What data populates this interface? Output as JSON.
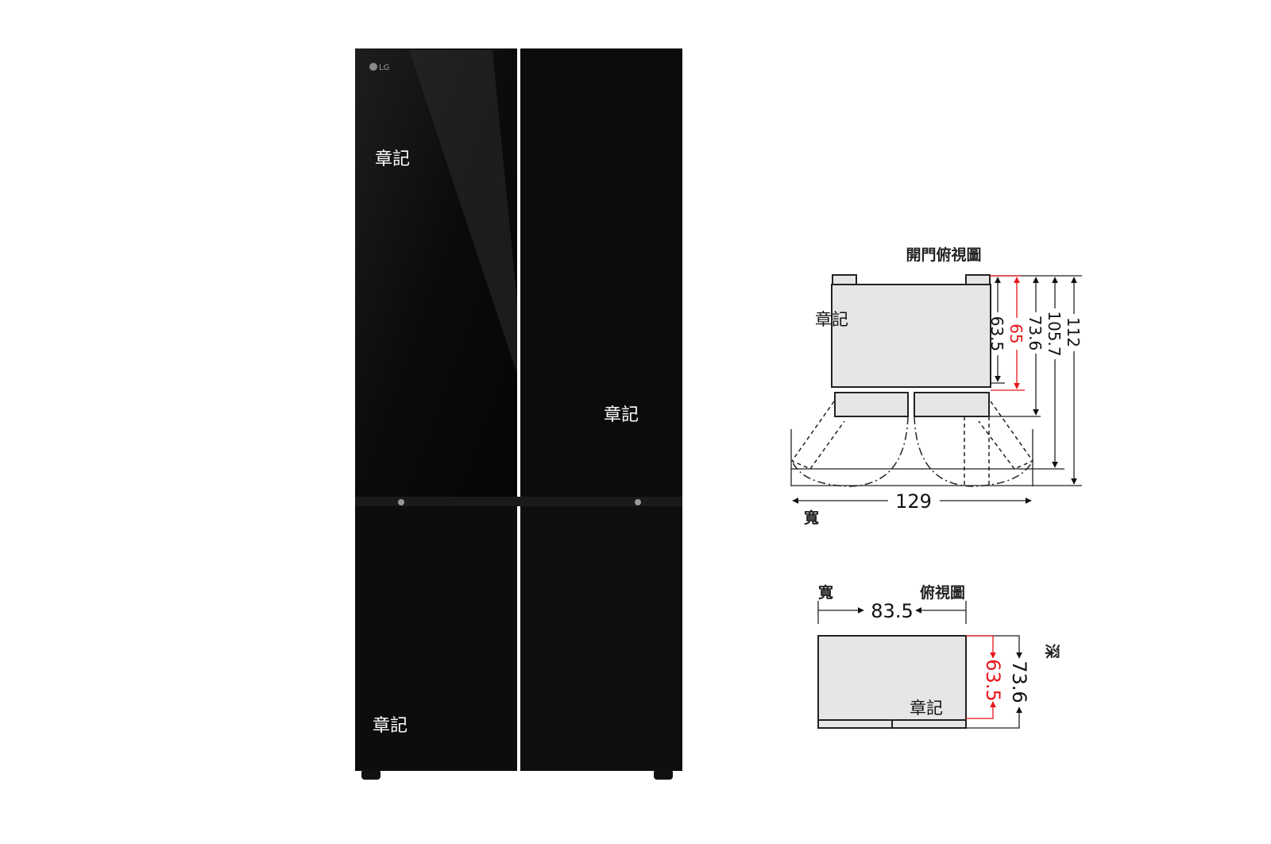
{
  "product": {
    "brand_logo": "LG",
    "watermark": "章記",
    "colors": {
      "body": "#0b0b0b",
      "accent_red": "#e8151b",
      "diagram_fill": "#e6e6e6"
    }
  },
  "open_door_view": {
    "title": "開門俯視圖",
    "width_label": "寬",
    "width": "129",
    "depths": {
      "d1": "63.5",
      "d2": "65",
      "d3": "73.6",
      "d4": "105.7",
      "d5": "112"
    }
  },
  "top_view": {
    "title": "俯視圖",
    "width_label": "寬",
    "depth_label": "深",
    "width": "83.5",
    "depth_red": "63.5",
    "depth": "73.6"
  }
}
